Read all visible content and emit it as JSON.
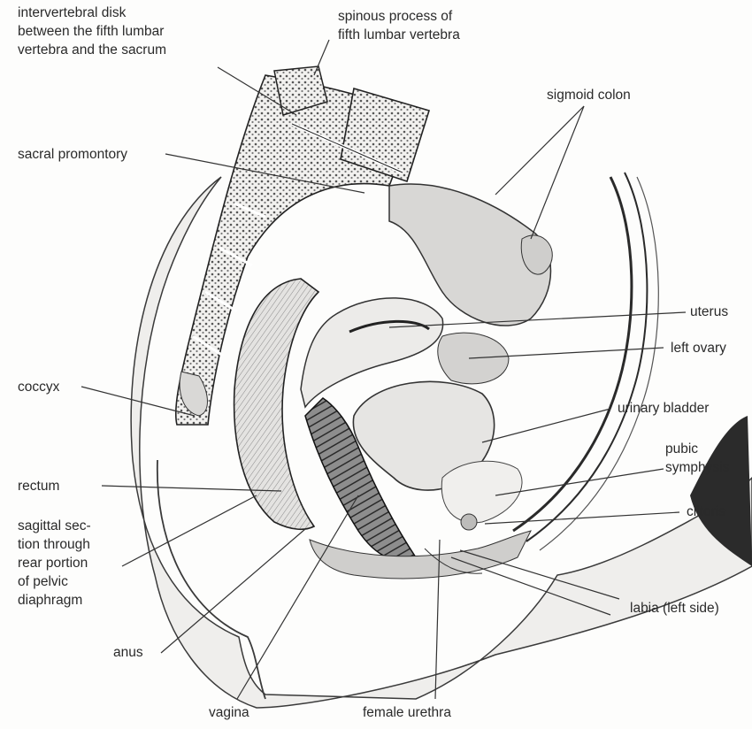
{
  "labels": {
    "intervertebral_disk": "intervertebral disk\nbetween the fifth lumbar\nvertebra and the sacrum",
    "spinous_process": "spinous process of\nfifth lumbar vertebra",
    "sigmoid_colon": "sigmoid colon",
    "sacral_promontory": "sacral promontory",
    "uterus": "uterus",
    "left_ovary": "left ovary",
    "coccyx": "coccyx",
    "urinary_bladder": "urinary bladder",
    "pubic_symphysis": "pubic\nsymphysis",
    "rectum": "rectum",
    "clitoris": "clitoris",
    "pelvic_diaphragm": "sagittal sec-\ntion through\nrear portion\nof pelvic\ndiaphragm",
    "labia": "labia (left side)",
    "anus": "anus",
    "vagina": "vagina",
    "female_urethra": "female urethra"
  }
}
